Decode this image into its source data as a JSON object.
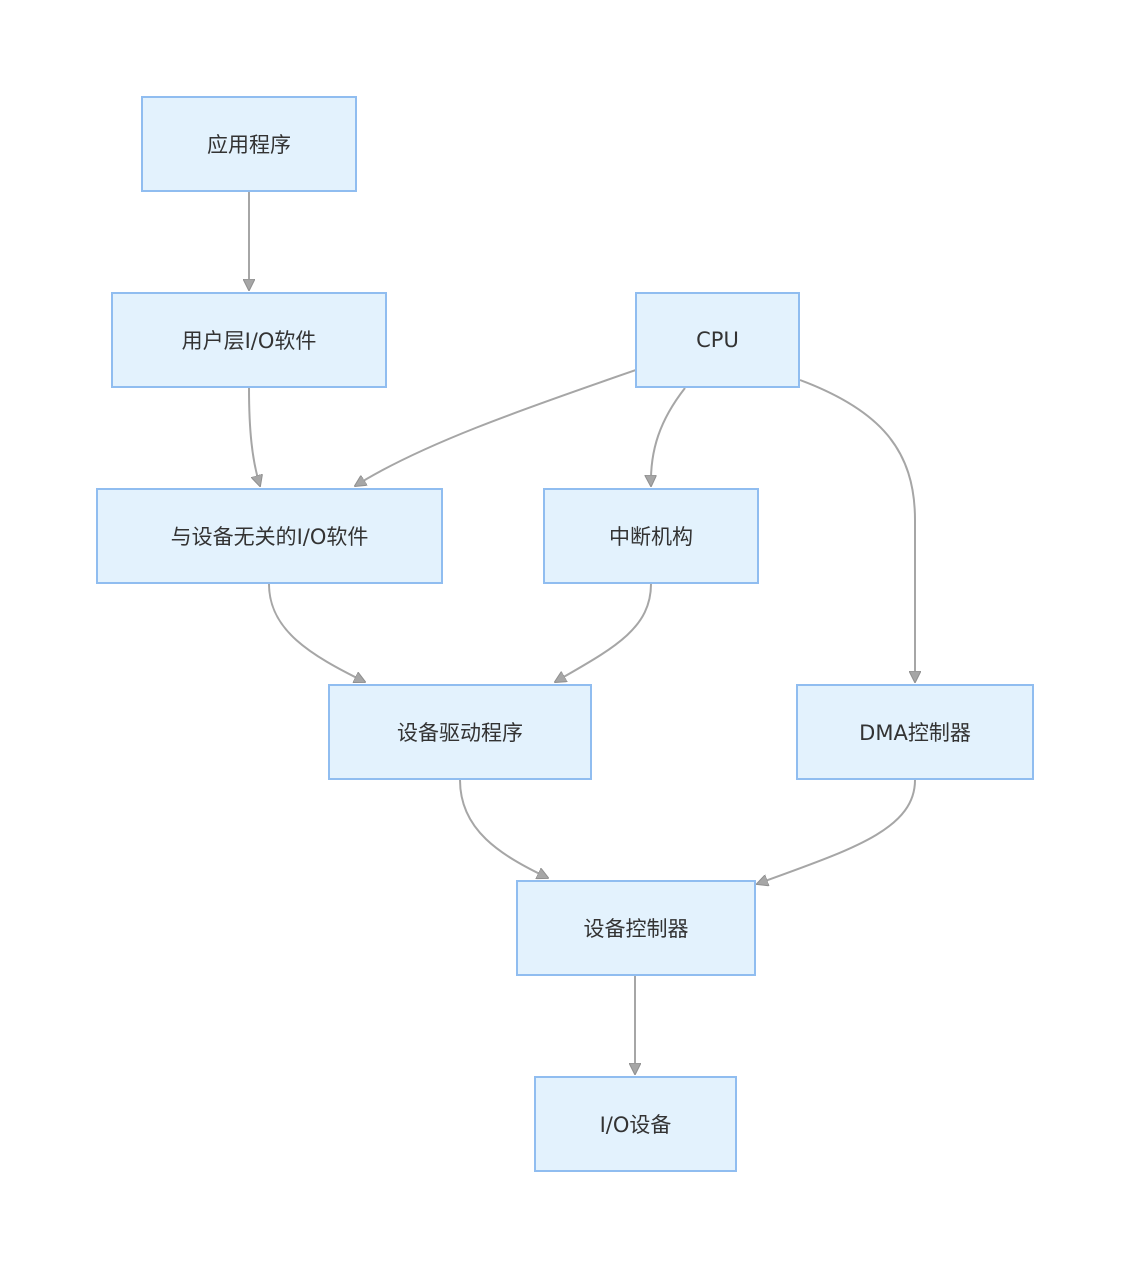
{
  "diagram": {
    "nodes": {
      "app": "应用程序",
      "user_io": "用户层I/O软件",
      "cpu": "CPU",
      "device_independent": "与设备无关的I/O软件",
      "interrupt": "中断机构",
      "driver": "设备驱动程序",
      "dma": "DMA控制器",
      "controller": "设备控制器",
      "io_device": "I/O设备"
    },
    "edges": [
      [
        "app",
        "user_io"
      ],
      [
        "user_io",
        "device_independent"
      ],
      [
        "cpu",
        "device_independent"
      ],
      [
        "cpu",
        "interrupt"
      ],
      [
        "cpu",
        "dma"
      ],
      [
        "device_independent",
        "driver"
      ],
      [
        "interrupt",
        "driver"
      ],
      [
        "driver",
        "controller"
      ],
      [
        "dma",
        "controller"
      ],
      [
        "controller",
        "io_device"
      ]
    ],
    "colors": {
      "node_fill": "#e3f2fd",
      "node_border": "#90bdf0",
      "edge": "#a6a6a6",
      "text": "#333333"
    }
  }
}
